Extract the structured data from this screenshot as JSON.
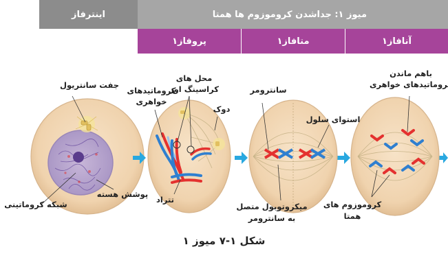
{
  "header": {
    "interphase": "اینترفاز",
    "meiosis1": "میوز ۱: جداشدن کروموزوم ها همتا"
  },
  "phases": {
    "prophase": "پروفاز۱",
    "metaphase": "متافاز۱",
    "anaphase": "آنافاز۱"
  },
  "labels": {
    "centriole_pair": "جفت سانتریول",
    "chromatin_network": "شبکه کروماتینی",
    "nuclear_envelope": "پوشش هسته",
    "sister_chromatids": [
      "کروماتیدهای",
      "خواهری"
    ],
    "crossing_over": [
      "محل های",
      "کراسینگ اور"
    ],
    "spindle": "دوک",
    "tetrad": "تتراد",
    "centromere": "سانترومر",
    "microtubule": [
      "میکروتوبول متصل",
      "به سانترومر"
    ],
    "cell_equator": "استوای سلول",
    "homologous": [
      "کروموزوم های",
      "همتا"
    ],
    "sisters_together": [
      "باهم ماندن",
      "کروماتیدهای خواهری"
    ]
  },
  "caption": "شکل ۱-۷ میوز ۱",
  "colors": {
    "header_gray": "#a6a6a6",
    "interphase_gray": "#8c8c8c",
    "phase_purple": "#a6449a",
    "arrow_blue": "#29a8e0",
    "cell_fill": "#f1d6b4",
    "chrom_red": "#e4312f",
    "chrom_blue": "#2f7fd0"
  }
}
